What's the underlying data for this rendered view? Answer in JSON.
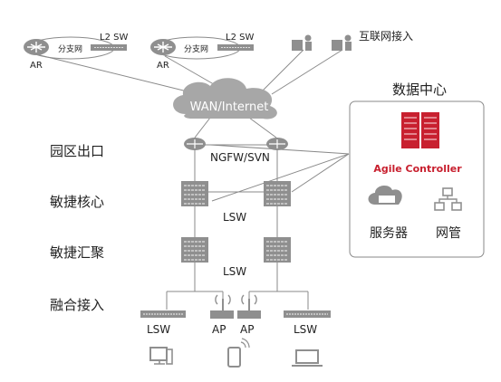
{
  "branches": [
    {
      "router_label": "AR",
      "branch_label": "分支网",
      "switch_label": "L2 SW"
    },
    {
      "router_label": "AR",
      "branch_label": "分支网",
      "switch_label": "L2 SW"
    }
  ],
  "internet_access_label": "互联网接入",
  "wan_label": "WAN/Internet",
  "data_center": {
    "title": "数据中心",
    "controller_label": "Agile Controller",
    "server_label": "服务器",
    "nms_label": "网管"
  },
  "layers": {
    "exit": "园区出口",
    "core": "敏捷核心",
    "aggregation": "敏捷汇聚",
    "access": "融合接入"
  },
  "firewall_label": "NGFW/SVN",
  "core_switch_label": "LSW",
  "agg_switch_label": "LSW",
  "access": {
    "left_switch": "LSW",
    "ap1": "AP",
    "ap2": "AP",
    "right_switch": "LSW"
  },
  "colors": {
    "accent": "#c8202f",
    "device": "#8f8f8f",
    "line": "#8a8a8a"
  }
}
